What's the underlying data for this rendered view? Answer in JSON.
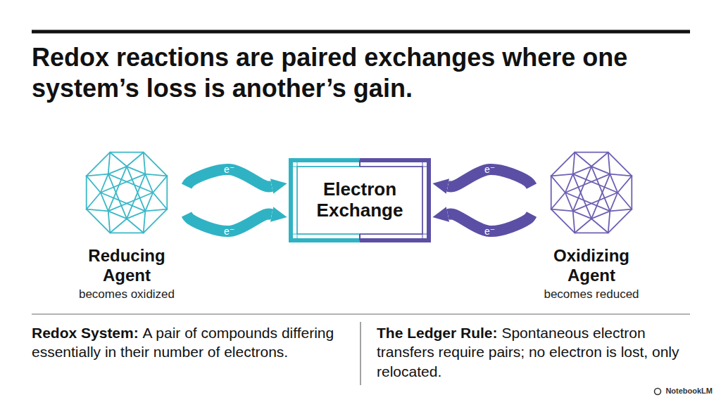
{
  "diagram": {
    "title": "Redox reactions are paired exchanges where one system’s loss is another’s gain.",
    "nodes": [
      {
        "text": [
          "Reducing Agent",
          "becomes oxidized"
        ]
      },
      {
        "text": [
          "Electron Exchange"
        ]
      },
      {
        "text": [
          "Oxidizing Agent",
          "becomes reduced"
        ]
      }
    ],
    "edges": [
      {
        "from": 0,
        "to": 1,
        "arrow": "to",
        "label": "e⁻"
      },
      {
        "from": 0,
        "to": 1,
        "arrow": "to",
        "label": "e⁻"
      },
      {
        "from": 2,
        "to": 1,
        "arrow": "to",
        "label": "e⁻"
      },
      {
        "from": 2,
        "to": 1,
        "arrow": "to",
        "label": "e⁻"
      }
    ],
    "labels": [
      "Redox System:",
      "A pair of compounds differing essentially in their number of electrons.",
      "The Ledger Rule:",
      "Spontaneous electron transfers require pairs; no electron is lost, only relocated.",
      "NotebookLM"
    ]
  }
}
